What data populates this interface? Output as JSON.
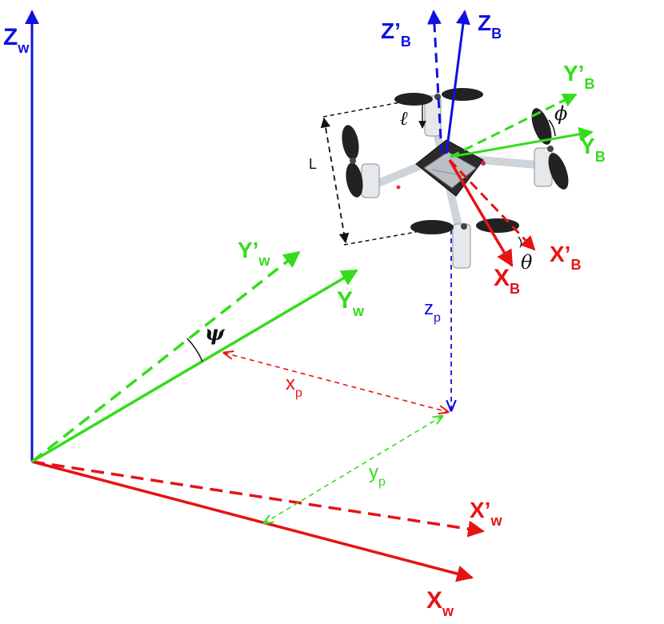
{
  "colors": {
    "world_z": "#1010e0",
    "x_axis": "#e41414",
    "y_axis": "#33dd1a",
    "dim_black": "#111111",
    "body_blue": "#1010e0"
  },
  "labels": {
    "zw_main": "Z",
    "zw_sub": "w",
    "yw_main": "Y",
    "yw_sub": "w",
    "ywp_main": "Y’",
    "ywp_sub": "w",
    "xw_main": "X",
    "xw_sub": "w",
    "xwp_main": "X’",
    "xwp_sub": "w",
    "zb_main": "Z",
    "zb_sub": "B",
    "zbp_main": "Z’",
    "zbp_sub": "B",
    "yb_main": "Y",
    "yb_sub": "B",
    "ybp_main": "Y’",
    "ybp_sub": "B",
    "xb_main": "X",
    "xb_sub": "B",
    "xbp_main": "X’",
    "xbp_sub": "B",
    "zp_main": "z",
    "zp_sub": "p",
    "xp_main": "x",
    "xp_sub": "p",
    "yp_main": "y",
    "yp_sub": "p",
    "psi": "ψ",
    "phi": "ϕ",
    "theta": "θ",
    "ell": "ℓ",
    "L": "L"
  },
  "icons": {
    "drone": "quadrotor-drone-photo"
  }
}
